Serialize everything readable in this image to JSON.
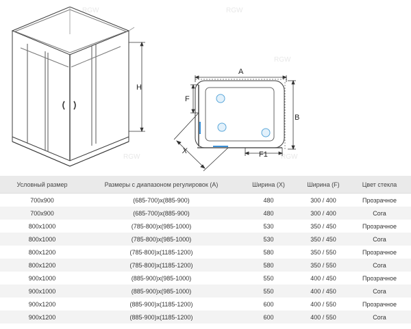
{
  "watermark": "RGW",
  "drawing_labels": {
    "height": "H",
    "length": "A",
    "width": "B",
    "side_panel": "F",
    "door_opening": "F1",
    "entry_width": "X"
  },
  "table": {
    "headers": [
      "Условный размер",
      "Размеры с диапазоном регулировок (А)",
      "Ширина (X)",
      "Ширина (F)",
      "Цвет стекла"
    ],
    "rows": [
      [
        "700x900",
        "(685-700)x(885-900)",
        "480",
        "300 / 400",
        "Прозрачное"
      ],
      [
        "700x900",
        "(685-700)x(885-900)",
        "480",
        "300 / 400",
        "Сога"
      ],
      [
        "800x1000",
        "(785-800)x(985-1000)",
        "530",
        "350 / 450",
        "Прозрачное"
      ],
      [
        "800x1000",
        "(785-800)x(985-1000)",
        "530",
        "350 / 450",
        "Сога"
      ],
      [
        "800x1200",
        "(785-800)x(1185-1200)",
        "580",
        "350 / 550",
        "Прозрачное"
      ],
      [
        "800x1200",
        "(785-800)x(1185-1200)",
        "580",
        "350 / 550",
        "Сога"
      ],
      [
        "900x1000",
        "(885-900)x(985-1000)",
        "550",
        "400 / 450",
        "Прозрачное"
      ],
      [
        "900x1000",
        "(885-900)x(985-1000)",
        "550",
        "400 / 450",
        "Сога"
      ],
      [
        "900x1200",
        "(885-900)x(1185-1200)",
        "600",
        "400 / 550",
        "Прозрачное"
      ],
      [
        "900x1200",
        "(885-900)x(1185-1200)",
        "600",
        "400 / 550",
        "Сога"
      ]
    ]
  }
}
